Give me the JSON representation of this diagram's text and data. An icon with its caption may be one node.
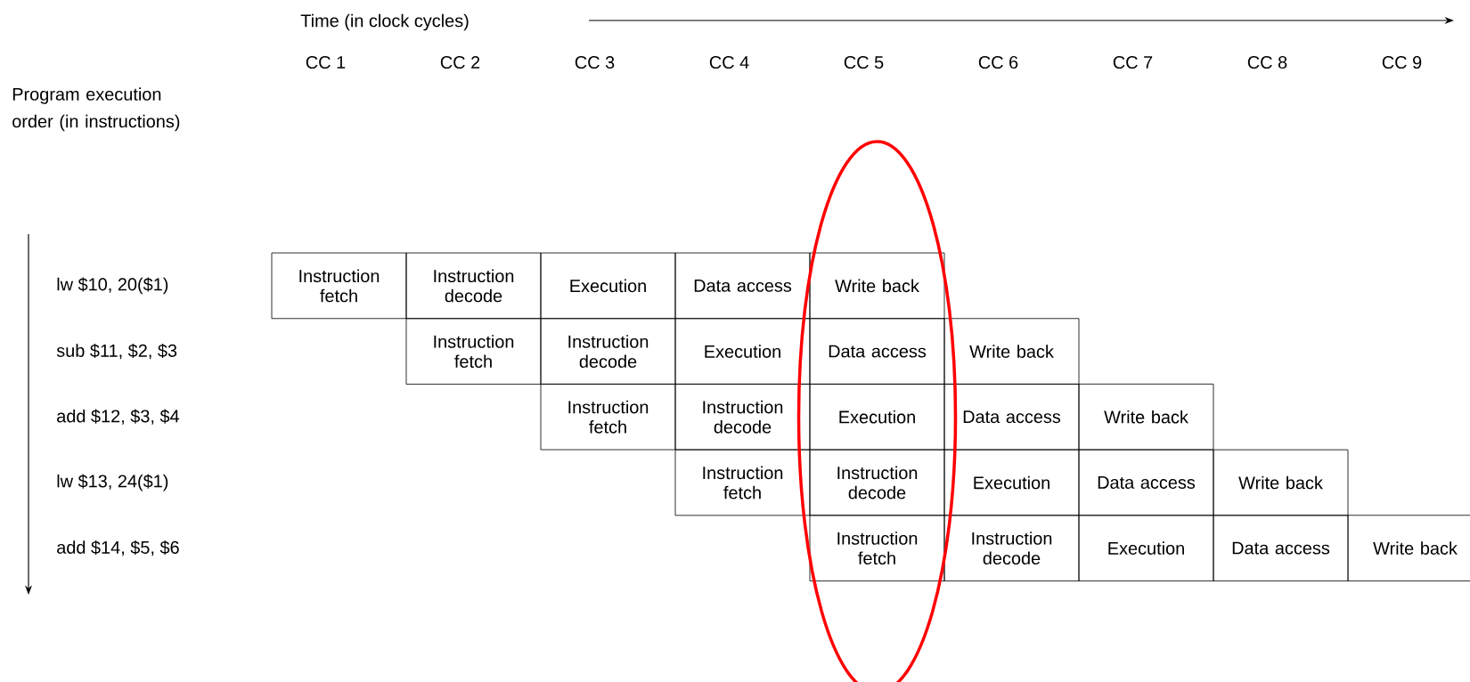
{
  "diagram": {
    "nodes": [
      {
        "text": [],
        "shape": "ellipse"
      },
      {
        "text": [
          "Instruction fetch"
        ]
      },
      {
        "text": [
          "Instruction decode"
        ]
      },
      {
        "text": [
          "Execution"
        ]
      },
      {
        "text": [
          "Data access"
        ]
      },
      {
        "text": [
          "Write back"
        ],
        "in": 0
      },
      {
        "text": [
          "Instruction fetch"
        ]
      },
      {
        "text": [
          "Instruction decode"
        ]
      },
      {
        "text": [
          "Execution"
        ]
      },
      {
        "text": [
          "Data access"
        ],
        "in": 0
      },
      {
        "text": [
          "Write back"
        ]
      },
      {
        "text": [
          "Instruction fetch"
        ]
      },
      {
        "text": [
          "Instruction decode"
        ]
      },
      {
        "text": [
          "Execution"
        ],
        "in": 0
      },
      {
        "text": [
          "Data access"
        ]
      },
      {
        "text": [
          "Write back"
        ]
      },
      {
        "text": [
          "Instruction fetch"
        ]
      },
      {
        "text": [
          "Instruction decode"
        ],
        "in": 0
      },
      {
        "text": [
          "Execution"
        ]
      },
      {
        "text": [
          "Data access"
        ]
      },
      {
        "text": [
          "Write back"
        ]
      },
      {
        "text": [
          "Instruction fetch"
        ],
        "in": 0
      },
      {
        "text": [
          "Instruction decode"
        ]
      },
      {
        "text": [
          "Execution"
        ]
      },
      {
        "text": [
          "Data access"
        ]
      },
      {
        "text": [
          "Write back"
        ]
      }
    ],
    "labels": [
      "Time (in clock cycles)",
      "CC 1",
      "CC 2",
      "CC 3",
      "CC 4",
      "CC 5",
      "CC 6",
      "CC 7",
      "CC 8",
      "CC 9",
      "Program execution order (in instructions)",
      "lw $10, 20($1)",
      "sub $11, $2, $3",
      "add $12, $3, $4",
      "lw $13, 24($1)",
      "add $14, $5, $6"
    ]
  }
}
